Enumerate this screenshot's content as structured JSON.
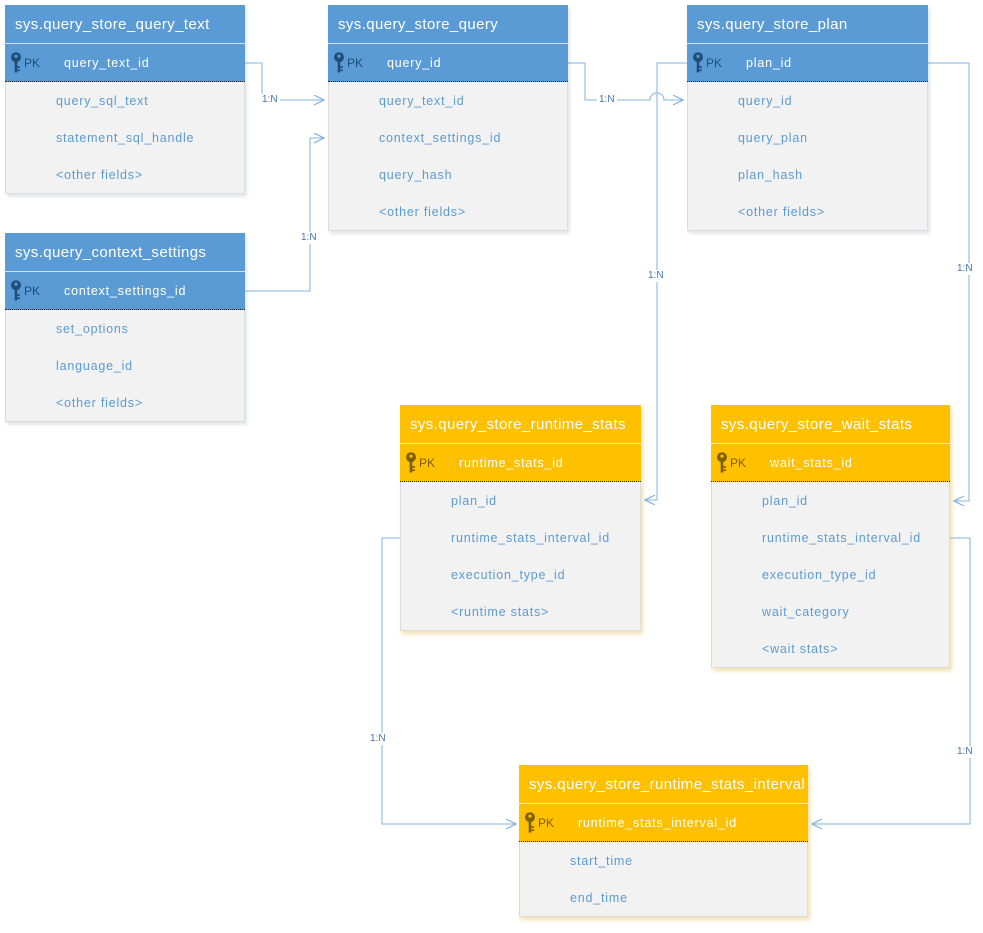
{
  "colors": {
    "header_blue": "#5B9BD5",
    "header_orange": "#FFC000",
    "field_text": "#5B9BD5",
    "wire": "#9CC3E5",
    "cardinality_text": "#4472B8",
    "pk_icon_blue": "#1F4E79",
    "pk_icon_orange": "#7F6000",
    "body_bg": "#F2F2F2"
  },
  "icons": {
    "primary_key": "key-icon"
  },
  "tables": [
    {
      "title": "sys.query_store_query_text",
      "theme": "blue",
      "pk_label": "PK",
      "pk_field": "query_text_id",
      "fields": [
        "query_sql_text",
        "statement_sql_handle",
        "<other fields>"
      ]
    },
    {
      "title": "sys.query_store_query",
      "theme": "blue",
      "pk_label": "PK",
      "pk_field": "query_id",
      "fields": [
        "query_text_id",
        "context_settings_id",
        "query_hash",
        "<other fields>"
      ]
    },
    {
      "title": "sys.query_store_plan",
      "theme": "blue",
      "pk_label": "PK",
      "pk_field": "plan_id",
      "fields": [
        "query_id",
        "query_plan",
        "plan_hash",
        "<other fields>"
      ]
    },
    {
      "title": "sys.query_context_settings",
      "theme": "blue",
      "pk_label": "PK",
      "pk_field": "context_settings_id",
      "fields": [
        "set_options",
        "language_id",
        "<other fields>"
      ]
    },
    {
      "title": "sys.query_store_runtime_stats",
      "theme": "orange",
      "pk_label": "PK",
      "pk_field": "runtime_stats_id",
      "fields": [
        "plan_id",
        "runtime_stats_interval_id",
        "execution_type_id",
        "<runtime stats>"
      ]
    },
    {
      "title": "sys.query_store_wait_stats",
      "theme": "orange",
      "pk_label": "PK",
      "pk_field": "wait_stats_id",
      "fields": [
        "plan_id",
        "runtime_stats_interval_id",
        "execution_type_id",
        "wait_category",
        "<wait stats>"
      ]
    },
    {
      "title": "sys.query_store_runtime_stats_interval",
      "theme": "orange",
      "pk_label": "PK",
      "pk_field": "runtime_stats_interval_id",
      "fields": [
        "start_time",
        "end_time"
      ]
    }
  ],
  "connectors": [
    {
      "label": "1:N",
      "from": "sys.query_store_query_text.query_text_id",
      "to": "sys.query_store_query.query_text_id"
    },
    {
      "label": "1:N",
      "from": "sys.query_context_settings.context_settings_id",
      "to": "sys.query_store_query.context_settings_id"
    },
    {
      "label": "1:N",
      "from": "sys.query_store_query.query_id",
      "to": "sys.query_store_plan.query_id"
    },
    {
      "label": "1:N",
      "from": "sys.query_store_plan.plan_id",
      "to": "sys.query_store_runtime_stats.plan_id"
    },
    {
      "label": "1:N",
      "from": "sys.query_store_plan.plan_id",
      "to": "sys.query_store_wait_stats.plan_id"
    },
    {
      "label": "1:N",
      "from": "sys.query_store_wait_stats.runtime_stats_interval_id",
      "to": "sys.query_store_runtime_stats_interval.runtime_stats_interval_id"
    },
    {
      "label": "1:N",
      "from": "sys.query_store_runtime_stats.runtime_stats_interval_id",
      "to": "sys.query_store_runtime_stats_interval.runtime_stats_interval_id"
    }
  ]
}
